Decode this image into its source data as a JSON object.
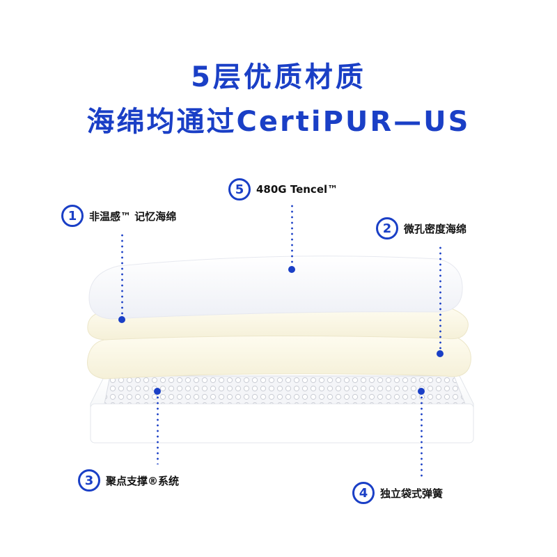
{
  "title": {
    "line1": "5层优质材质",
    "line2": "海绵均通过CertiPUR—US"
  },
  "layers": [
    {
      "number": "1",
      "label": "非温感™ 记忆海绵"
    },
    {
      "number": "2",
      "label": "微孔密度海绵"
    },
    {
      "number": "3",
      "label": "聚点支撑®系统"
    },
    {
      "number": "4",
      "label": "独立袋式弹簧"
    },
    {
      "number": "5",
      "label": "480G Tencel™"
    }
  ],
  "colors": {
    "accent": "#1a3fc6",
    "foam_cream": "#fbf7e4",
    "top_white": "#f6f7fb"
  }
}
